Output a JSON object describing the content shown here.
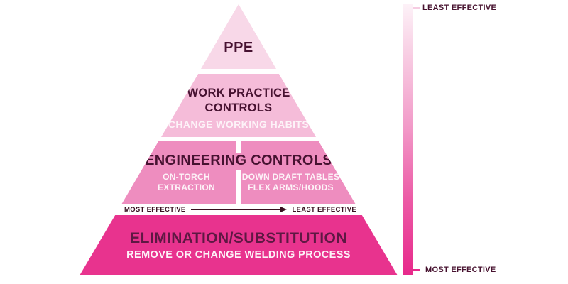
{
  "diagram": {
    "title_semantic": "Hierarchy of welding fume controls pyramid",
    "background_color": "#ffffff",
    "heading_text_color": "#471231",
    "white_text_color": "#fdf3f8"
  },
  "pyramid": {
    "levels": [
      {
        "id": "ppe",
        "title": "PPE",
        "color": "#f8d8e8"
      },
      {
        "id": "work-practice-controls",
        "title_line1": "WORK PRACTICE",
        "title_line2": "CONTROLS",
        "subtitle": "CHANGE WORKING HABITS",
        "color": "#f5bcd9"
      },
      {
        "id": "engineering-controls",
        "title": "ENGINEERING CONTROLS",
        "left_box": {
          "line1": "ON-TORCH",
          "line2": "EXTRACTION"
        },
        "right_box": {
          "line1": "DOWN DRAFT TABLES",
          "line2": "FLEX ARMS/HOODS"
        },
        "color": "#ee8dbf"
      },
      {
        "id": "elimination-substitution",
        "title": "ELIMINATION/SUBSTITUTION",
        "subtitle": "REMOVE OR CHANGE WELDING PROCESS",
        "color": "#e8338e"
      }
    ]
  },
  "effectiveness_axis": {
    "left_label": "MOST EFFECTIVE",
    "right_label": "LEAST EFFECTIVE",
    "arrow_direction": "right",
    "arrow_color": "#37101f"
  },
  "scale_bar": {
    "top_label": "LEAST EFFECTIVE",
    "bottom_label": "MOST EFFECTIVE",
    "gradient_top_color": "#fdf2f8",
    "gradient_bottom_color": "#e7298b"
  }
}
